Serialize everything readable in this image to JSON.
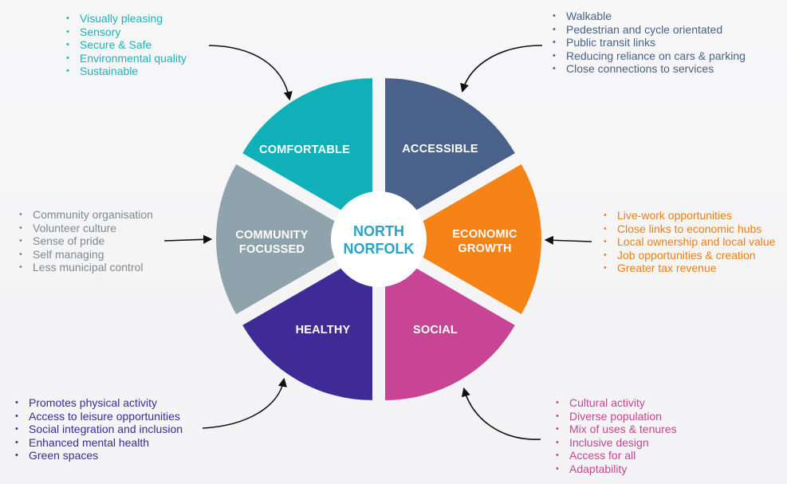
{
  "center": {
    "line1": "NORTH",
    "line2": "NORFOLK",
    "color": "#2aa3c6"
  },
  "segments": [
    {
      "id": "comfortable",
      "lines": [
        "COMFORTABLE"
      ],
      "color": "#0fb0b8"
    },
    {
      "id": "accessible",
      "lines": [
        "ACCESSIBLE"
      ],
      "color": "#4a618a"
    },
    {
      "id": "economic-growth",
      "lines": [
        "ECONOMIC",
        "GROWTH"
      ],
      "color": "#f58315"
    },
    {
      "id": "social",
      "lines": [
        "SOCIAL"
      ],
      "color": "#c84494"
    },
    {
      "id": "healthy",
      "lines": [
        "HEALTHY"
      ],
      "color": "#3e2b96"
    },
    {
      "id": "community-focussed",
      "lines": [
        "COMMUNITY",
        "FOCUSSED"
      ],
      "color": "#8fa3ad"
    }
  ],
  "lists": {
    "comfortable": {
      "color": "#1cb2b9",
      "items": [
        "Visually pleasing",
        "Sensory",
        "Secure & Safe",
        "Environmental quality",
        "Sustainable"
      ]
    },
    "accessible": {
      "color": "#4a618a",
      "items": [
        "Walkable",
        "Pedestrian and cycle orientated",
        "Public transit links",
        "Reducing reliance on cars & parking",
        "Close connections to services"
      ]
    },
    "community": {
      "color": "#7d8a90",
      "items": [
        "Community organisation",
        "Volunteer culture",
        "Sense of pride",
        "Self managing",
        "Less municipal control"
      ]
    },
    "economic": {
      "color": "#f07d10",
      "items": [
        "Live-work opportunities",
        "Close links to economic hubs",
        "Local ownership and local value",
        "Job opportunities & creation",
        "Greater tax revenue"
      ]
    },
    "healthy": {
      "color": "#3e2b96",
      "items": [
        "Promotes physical activity",
        "Access to leisure opportunities",
        "Social integration and inclusion",
        "Enhanced mental health",
        "Green spaces"
      ]
    },
    "social": {
      "color": "#c84494",
      "items": [
        "Cultural activity",
        "Diverse population",
        "Mix of uses & tenures",
        "Inclusive design",
        "Access for all",
        "Adaptability"
      ]
    }
  }
}
